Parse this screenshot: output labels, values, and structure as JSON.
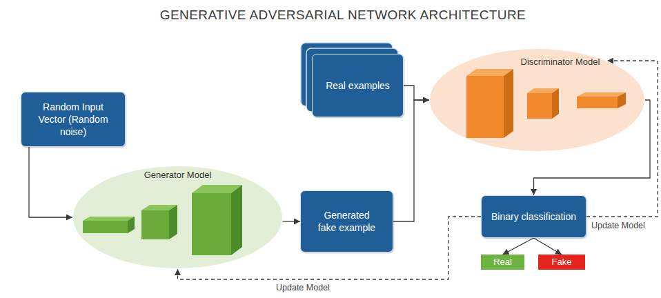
{
  "diagram": {
    "title": "GENERATIVE ADVERSARIAL NETWORK ARCHITECTURE",
    "nodes": [
      {
        "text": [
          "Random Input Vector (Random noise)"
        ]
      },
      {
        "text": [
          "Real examples"
        ]
      },
      {
        "text": [
          "Generator Model"
        ]
      },
      {
        "text": [
          "Generated fake example"
        ]
      },
      {
        "text": [
          "Discriminator Model"
        ]
      },
      {
        "text": [
          "Binary classification"
        ]
      },
      {
        "text": [
          "Real"
        ]
      },
      {
        "text": [
          "Fake"
        ]
      }
    ],
    "edges": [
      {
        "from": 0,
        "to": 2,
        "arrow": "to"
      },
      {
        "from": 2,
        "to": 3,
        "arrow": "to"
      },
      {
        "from": 1,
        "to": 4,
        "arrow": "to"
      },
      {
        "from": 3,
        "to": 4,
        "arrow": "to"
      },
      {
        "from": 4,
        "to": 5,
        "arrow": "to"
      },
      {
        "from": 5,
        "to": 6,
        "arrow": "to"
      },
      {
        "from": 5,
        "to": 7,
        "arrow": "to"
      },
      {
        "from": 5,
        "to": 2,
        "label": "Update Model",
        "arrow": "to"
      },
      {
        "from": 5,
        "to": 4,
        "label": "Update Model",
        "arrow": "to"
      }
    ]
  }
}
